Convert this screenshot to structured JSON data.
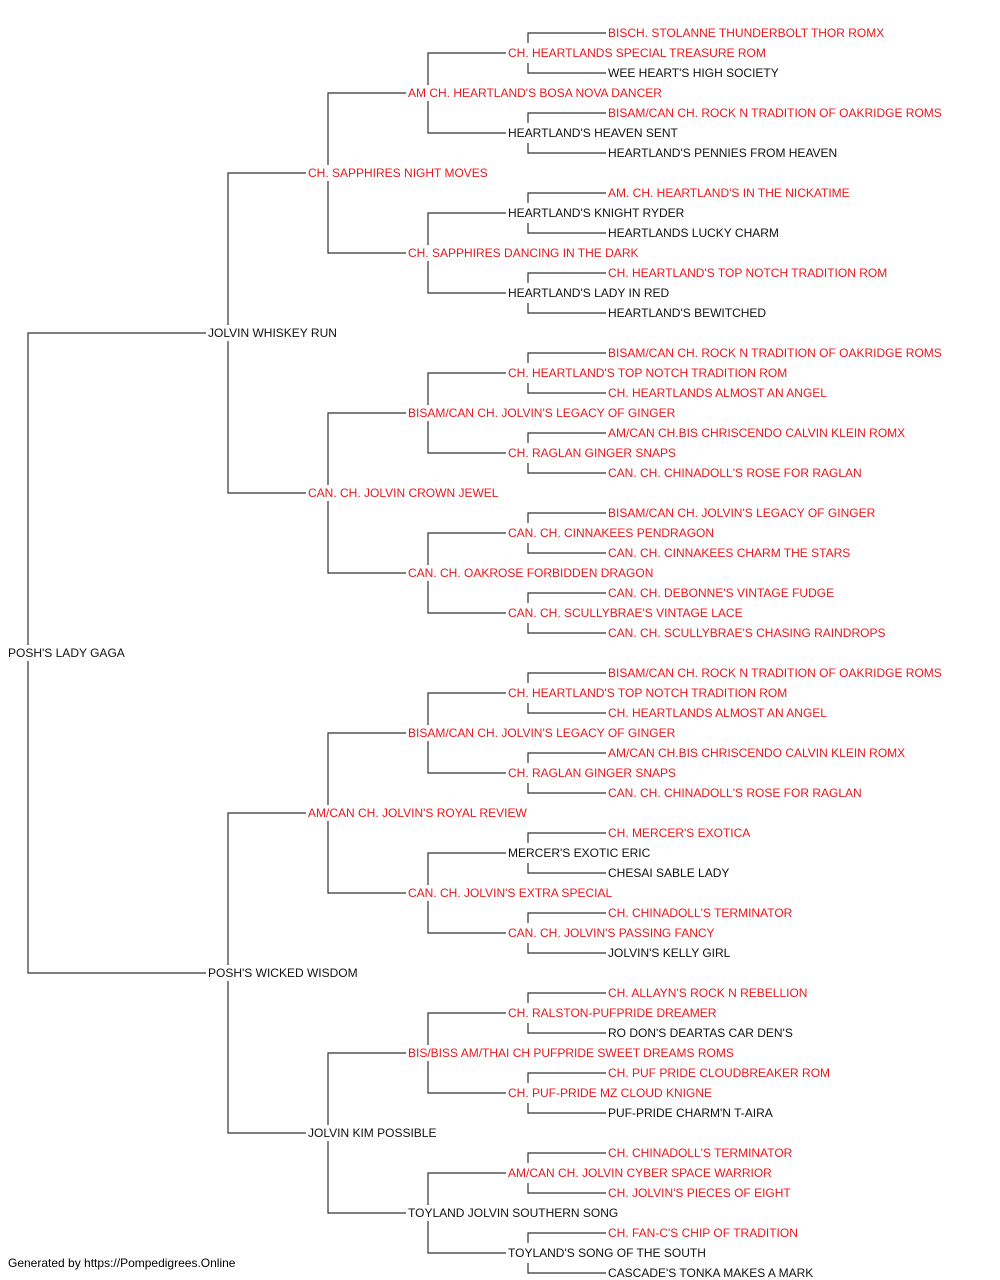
{
  "colors": {
    "titled": "#e8191e",
    "untitled": "#111111",
    "line": "#333333"
  },
  "pedigree": {
    "name": "POSH'S LADY GAGA",
    "titled": false,
    "sire": {
      "name": "JOLVIN WHISKEY RUN",
      "titled": false,
      "sire": {
        "name": "CH. SAPPHIRES NIGHT MOVES",
        "titled": true,
        "sire": {
          "name": "AM CH. HEARTLAND'S BOSA NOVA DANCER",
          "titled": true,
          "sire": {
            "name": "CH. HEARTLANDS SPECIAL TREASURE ROM",
            "titled": true,
            "sire": {
              "name": "BISCH. STOLANNE THUNDERBOLT THOR ROMX",
              "titled": true
            },
            "dam": {
              "name": "WEE HEART'S HIGH SOCIETY",
              "titled": false
            }
          },
          "dam": {
            "name": "HEARTLAND'S HEAVEN SENT",
            "titled": false,
            "sire": {
              "name": "BISAM/CAN CH. ROCK N TRADITION OF OAKRIDGE ROMS",
              "titled": true
            },
            "dam": {
              "name": "HEARTLAND'S PENNIES FROM HEAVEN",
              "titled": false
            }
          }
        },
        "dam": {
          "name": "CH. SAPPHIRES DANCING IN THE DARK",
          "titled": true,
          "sire": {
            "name": "HEARTLAND'S KNIGHT RYDER",
            "titled": false,
            "sire": {
              "name": "AM. CH. HEARTLAND'S IN THE NICKATIME",
              "titled": true
            },
            "dam": {
              "name": "HEARTLANDS LUCKY CHARM",
              "titled": false
            }
          },
          "dam": {
            "name": "HEARTLAND'S LADY IN RED",
            "titled": false,
            "sire": {
              "name": "CH. HEARTLAND'S TOP NOTCH TRADITION ROM",
              "titled": true
            },
            "dam": {
              "name": "HEARTLAND'S BEWITCHED",
              "titled": false
            }
          }
        }
      },
      "dam": {
        "name": "CAN. CH. JOLVIN CROWN JEWEL",
        "titled": true,
        "sire": {
          "name": "BISAM/CAN CH. JOLVIN'S LEGACY OF GINGER",
          "titled": true,
          "sire": {
            "name": "CH. HEARTLAND'S TOP NOTCH TRADITION ROM",
            "titled": true,
            "sire": {
              "name": "BISAM/CAN CH. ROCK N TRADITION OF OAKRIDGE ROMS",
              "titled": true
            },
            "dam": {
              "name": "CH. HEARTLANDS ALMOST AN ANGEL",
              "titled": true
            }
          },
          "dam": {
            "name": "CH. RAGLAN GINGER SNAPS",
            "titled": true,
            "sire": {
              "name": "AM/CAN CH.BIS CHRISCENDO CALVIN KLEIN ROMX",
              "titled": true
            },
            "dam": {
              "name": "CAN. CH. CHINADOLL'S ROSE FOR RAGLAN",
              "titled": true
            }
          }
        },
        "dam": {
          "name": "CAN. CH. OAKROSE FORBIDDEN DRAGON",
          "titled": true,
          "sire": {
            "name": "CAN. CH. CINNAKEES PENDRAGON",
            "titled": true,
            "sire": {
              "name": "BISAM/CAN CH. JOLVIN'S LEGACY OF GINGER",
              "titled": true
            },
            "dam": {
              "name": "CAN. CH. CINNAKEES CHARM THE STARS",
              "titled": true
            }
          },
          "dam": {
            "name": "CAN. CH. SCULLYBRAE'S VINTAGE LACE",
            "titled": true,
            "sire": {
              "name": "CAN. CH. DEBONNE'S VINTAGE FUDGE",
              "titled": true
            },
            "dam": {
              "name": "CAN. CH. SCULLYBRAE'S CHASING RAINDROPS",
              "titled": true
            }
          }
        }
      }
    },
    "dam": {
      "name": "POSH'S WICKED WISDOM",
      "titled": false,
      "sire": {
        "name": "AM/CAN CH. JOLVIN'S ROYAL REVIEW",
        "titled": true,
        "sire": {
          "name": "BISAM/CAN CH. JOLVIN'S LEGACY OF GINGER",
          "titled": true,
          "sire": {
            "name": "CH. HEARTLAND'S TOP NOTCH TRADITION ROM",
            "titled": true,
            "sire": {
              "name": "BISAM/CAN CH. ROCK N TRADITION OF OAKRIDGE ROMS",
              "titled": true
            },
            "dam": {
              "name": "CH. HEARTLANDS ALMOST AN ANGEL",
              "titled": true
            }
          },
          "dam": {
            "name": "CH. RAGLAN GINGER SNAPS",
            "titled": true,
            "sire": {
              "name": "AM/CAN CH.BIS CHRISCENDO CALVIN KLEIN ROMX",
              "titled": true
            },
            "dam": {
              "name": "CAN. CH. CHINADOLL'S ROSE FOR RAGLAN",
              "titled": true
            }
          }
        },
        "dam": {
          "name": "CAN. CH. JOLVIN'S EXTRA SPECIAL",
          "titled": true,
          "sire": {
            "name": "MERCER'S EXOTIC ERIC",
            "titled": false,
            "sire": {
              "name": "CH. MERCER'S EXOTICA",
              "titled": true
            },
            "dam": {
              "name": "CHESAI SABLE LADY",
              "titled": false
            }
          },
          "dam": {
            "name": "CAN. CH. JOLVIN'S PASSING FANCY",
            "titled": true,
            "sire": {
              "name": "CH. CHINADOLL'S TERMINATOR",
              "titled": true
            },
            "dam": {
              "name": "JOLVIN'S KELLY GIRL",
              "titled": false
            }
          }
        }
      },
      "dam": {
        "name": "JOLVIN KIM POSSIBLE",
        "titled": false,
        "sire": {
          "name": "BIS/BISS AM/THAI CH PUFPRIDE SWEET DREAMS ROMS",
          "titled": true,
          "sire": {
            "name": "CH. RALSTON-PUFPRIDE DREAMER",
            "titled": true,
            "sire": {
              "name": "CH. ALLAYN'S ROCK N REBELLION",
              "titled": true
            },
            "dam": {
              "name": "RO DON'S DEARTAS CAR DEN'S",
              "titled": false
            }
          },
          "dam": {
            "name": "CH. PUF-PRIDE MZ CLOUD KNIGNE",
            "titled": true,
            "sire": {
              "name": "CH. PUF PRIDE CLOUDBREAKER ROM",
              "titled": true
            },
            "dam": {
              "name": "PUF-PRIDE CHARM'N T-AIRA",
              "titled": false
            }
          }
        },
        "dam": {
          "name": "TOYLAND JOLVIN SOUTHERN SONG",
          "titled": false,
          "sire": {
            "name": "AM/CAN CH. JOLVIN CYBER SPACE WARRIOR",
            "titled": true,
            "sire": {
              "name": "CH. CHINADOLL'S TERMINATOR",
              "titled": true
            },
            "dam": {
              "name": "CH. JOLVIN'S PIECES OF EIGHT",
              "titled": true
            }
          },
          "dam": {
            "name": "TOYLAND'S SONG OF THE SOUTH",
            "titled": false,
            "sire": {
              "name": "CH. FAN-C'S CHIP OF TRADITION",
              "titled": true
            },
            "dam": {
              "name": "CASCADE'S TONKA MAKES A MARK",
              "titled": false
            }
          }
        }
      }
    }
  },
  "footer": {
    "credit": "Generated by https://Pompedigrees.Online"
  }
}
